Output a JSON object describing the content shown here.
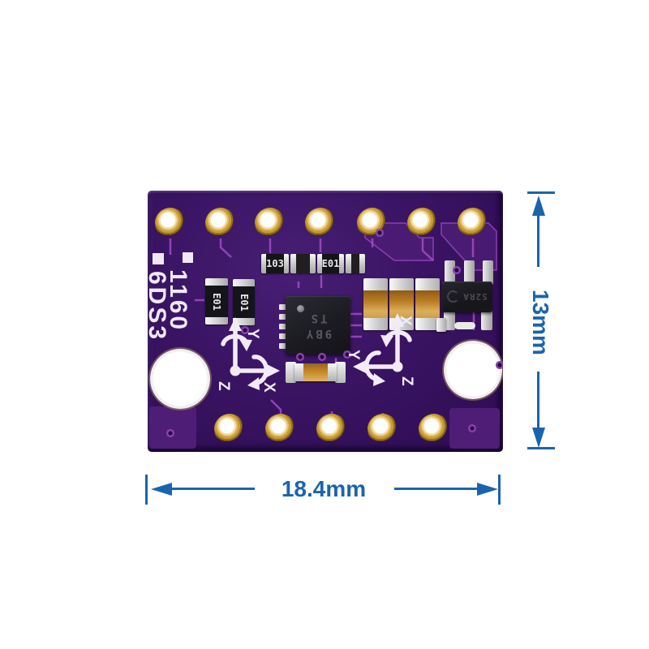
{
  "annotations": {
    "width_label": "18.4mm",
    "height_label": "13mm"
  },
  "silkscreen": {
    "model_line": "6DS3",
    "version_line": "1160",
    "axis_left": [
      "Y",
      "X",
      "Z"
    ],
    "axis_right": [
      "X",
      "Y",
      "Z"
    ]
  },
  "components": {
    "ic_marking_line1": "9BY",
    "ic_marking_line2": "TS",
    "resistor_103_label": "103",
    "resistor_e01_label": "E01",
    "vertical_resistor_label": "E01",
    "regulator_marking": "S2RA"
  },
  "palette": {
    "background": "#ffffff",
    "board_purple": "#3a1463",
    "copper_trace": "#a14cc3",
    "silkscreen_white": "#efe8f4",
    "pad_gold": "#c89d36",
    "dimension_blue": "#1a64ad"
  }
}
